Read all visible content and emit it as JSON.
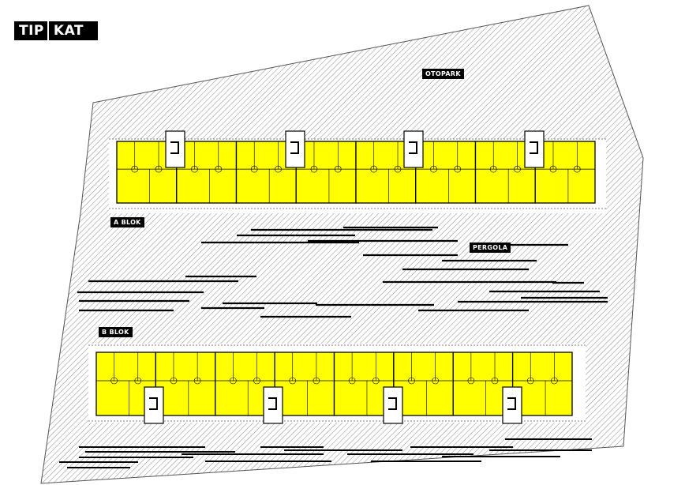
{
  "title": {
    "part1": "TIP",
    "part2": "KAT"
  },
  "labels": {
    "parking": "OTOPARK",
    "block_a": "A BLOK",
    "block_b": "B BLOK",
    "pergola": "PERGOLA"
  },
  "colors": {
    "unit_fill": "#ffff00",
    "hatch": "#8a8a8a",
    "line": "#000000",
    "background": "#ffffff"
  }
}
